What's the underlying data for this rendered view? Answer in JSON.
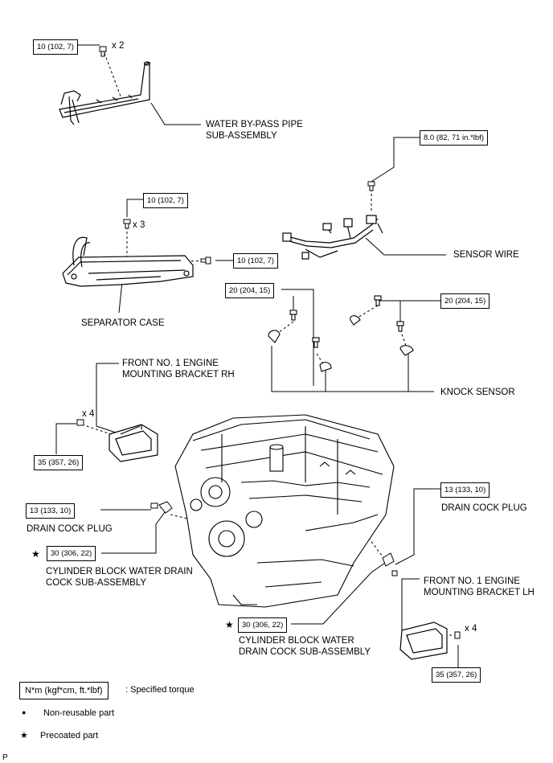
{
  "torque": {
    "wbp": "10 (102, 7)",
    "sensor_wire": "8.0 (82, 71 in.*lbf)",
    "sep_top": "10 (102, 7)",
    "sep_right": "10 (102, 7)",
    "knock_left": "20 (204, 15)",
    "knock_right": "20 (204, 15)",
    "bracket_rh": "35 (357, 26)",
    "drain_plug_left": "13 (133, 10)",
    "drain_plug_right": "13 (133, 10)",
    "drain_cock_left": "30 (306, 22)",
    "drain_cock_bottom": "30 (306, 22)",
    "bracket_lh": "35 (357, 26)"
  },
  "quantities": {
    "wbp": "x 2",
    "sep": "x 3",
    "bracket_rh": "x 4",
    "bracket_lh": "x 4"
  },
  "labels": {
    "water_bypass_1": "WATER BY-PASS PIPE",
    "water_bypass_2": "SUB-ASSEMBLY",
    "sensor_wire": "SENSOR WIRE",
    "separator_case": "SEPARATOR CASE",
    "bracket_rh_1": "FRONT NO. 1 ENGINE",
    "bracket_rh_2": "MOUNTING BRACKET RH",
    "knock_sensor": "KNOCK SENSOR",
    "drain_plug_right": "DRAIN COCK PLUG",
    "drain_plug_left": "DRAIN COCK PLUG",
    "cyl_drain_left_1": "CYLINDER BLOCK WATER DRAIN",
    "cyl_drain_left_2": "COCK SUB-ASSEMBLY",
    "bracket_lh_1": "FRONT NO. 1 ENGINE",
    "bracket_lh_2": "MOUNTING BRACKET LH",
    "cyl_drain_bottom_1": "CYLINDER BLOCK WATER",
    "cyl_drain_bottom_2": "DRAIN COCK SUB-ASSEMBLY"
  },
  "symbols": {
    "star": "★",
    "dot": "●"
  },
  "legend": {
    "torque_unit": "N*m (kgf*cm, ft.*lbf)",
    "torque_text": ": Specified torque",
    "nonreusable_text": "Non-reusable part",
    "precoated_text": "Precoated part"
  },
  "corner_mark": "P"
}
